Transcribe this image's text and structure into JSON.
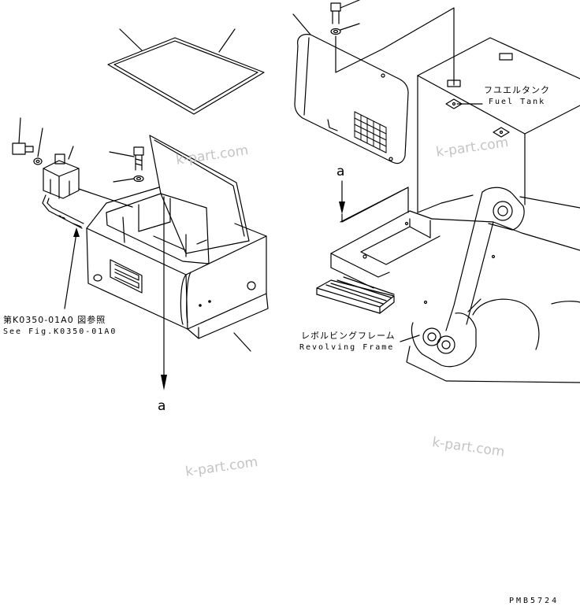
{
  "labels": {
    "fuel_tank_jp": "フユエルタンク",
    "fuel_tank_en": "Fuel Tank",
    "ref_jp": "第K0350-01A0 図参照",
    "ref_en": "See Fig.K0350-01A0",
    "frame_jp": "レボルビングフレーム",
    "frame_en": "Revolving Frame",
    "view_a_top": "a",
    "view_a_bottom": "a",
    "drawing_code": "PMB5724"
  },
  "watermarks": [
    "k-part.com",
    "k-part.com",
    "k-part.com",
    "k-part.com"
  ],
  "colors": {
    "line": "#000000",
    "watermark": "#c4c4c4",
    "background": "#ffffff"
  }
}
